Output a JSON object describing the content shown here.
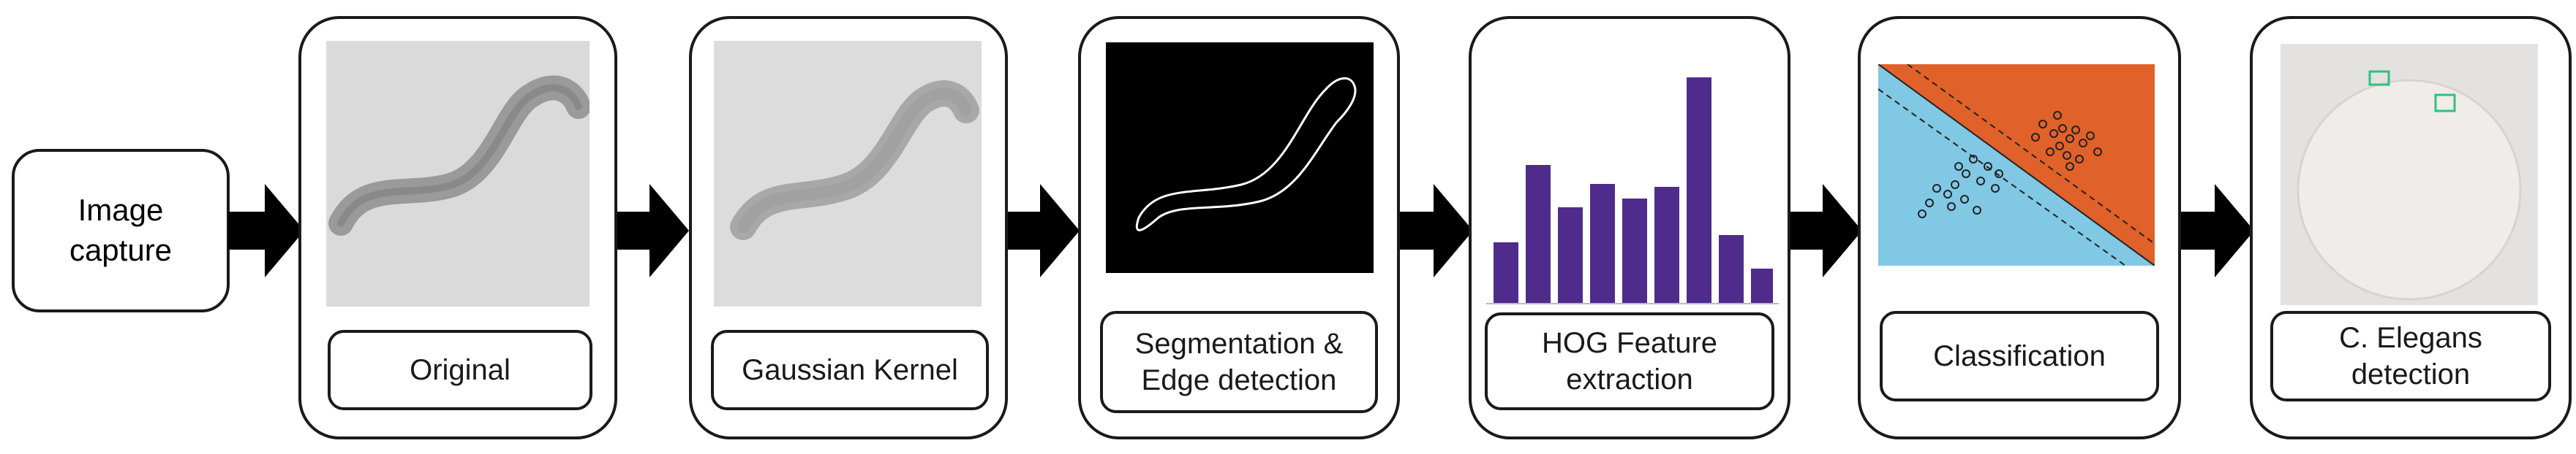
{
  "steps": {
    "image_capture": "Image\ncapture",
    "original": "Original",
    "gaussian": "Gaussian Kernel",
    "segmentation": "Segmentation &\nEdge detection",
    "hog": "HOG Feature\nextraction",
    "classification": "Classification",
    "detection": "C. Elegans\ndetection"
  },
  "colors": {
    "hog_bars": "#4f2c8c",
    "class_region_a": "#e0612a",
    "class_region_b": "#80c8e4",
    "detection_boxes": "#2ec27e"
  },
  "icons": [
    "arrow-right-icon"
  ]
}
